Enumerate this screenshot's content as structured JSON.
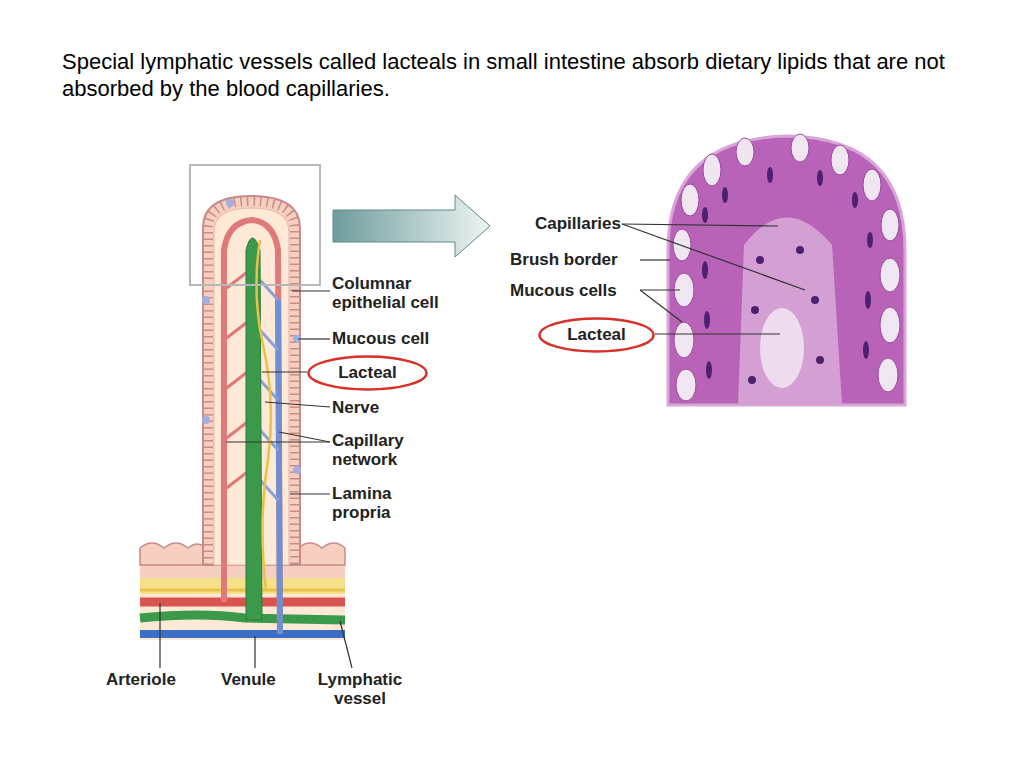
{
  "diagram": {
    "title": "Special lymphatic vessels called lacteals in small intestine absorb dietary lipids that are not absorbed by the blood capillaries.",
    "nodes": [
      {
        "text": [
          "Lacteal"
        ]
      },
      {
        "text": [
          "Lacteal"
        ]
      }
    ],
    "labels": [
      "Columnar epithelial cell",
      "Mucous cell",
      "Nerve",
      "Capillary network",
      "Lamina propria",
      "Arteriole",
      "Venule",
      "Lymphatic vessel",
      "Capillaries",
      "Brush border",
      "Mucous cells"
    ]
  }
}
